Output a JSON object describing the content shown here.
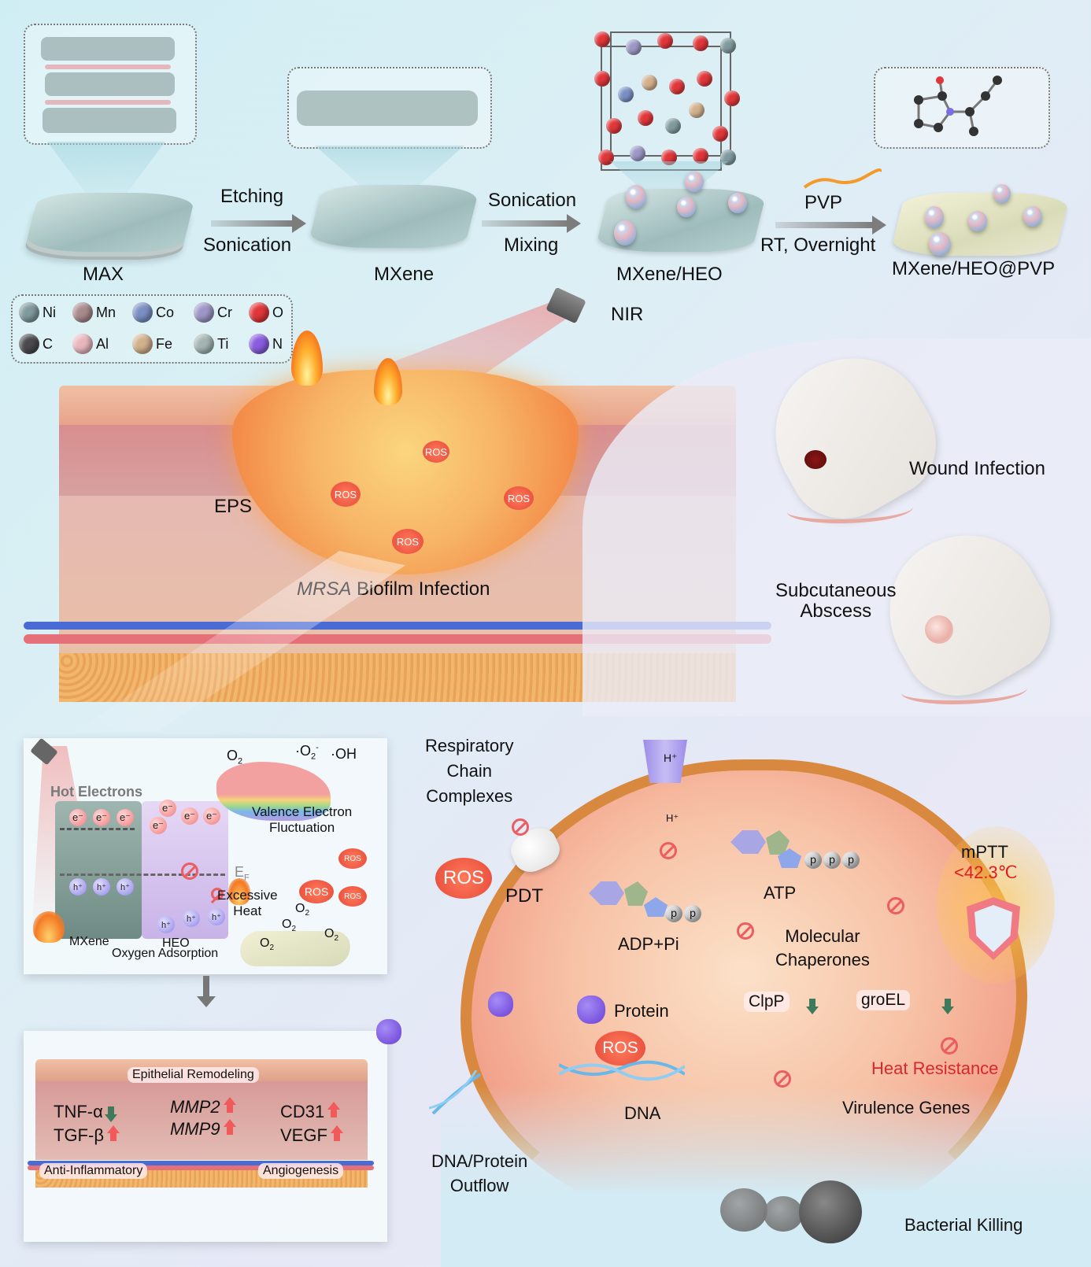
{
  "synthesis": {
    "steps": [
      {
        "name": "MAX"
      },
      {
        "name": "MXene"
      },
      {
        "name": "MXene/HEO"
      },
      {
        "name": "MXene/HEO@PVP"
      }
    ],
    "arrows": [
      {
        "top": "Etching",
        "bottom": "Sonication"
      },
      {
        "top": "Sonication",
        "bottom": "Mixing"
      },
      {
        "top": "PVP",
        "bottom": "RT, Overnight"
      }
    ]
  },
  "legend": {
    "elements": [
      {
        "symbol": "Ni",
        "color": "#7f9a9e"
      },
      {
        "symbol": "Mn",
        "color": "#a88a8c"
      },
      {
        "symbol": "Co",
        "color": "#7a8fc4"
      },
      {
        "symbol": "Cr",
        "color": "#9c97c6"
      },
      {
        "symbol": "O",
        "color": "#e0363a"
      },
      {
        "symbol": "C",
        "color": "#4a4a4e"
      },
      {
        "symbol": "Al",
        "color": "#e8b7bd"
      },
      {
        "symbol": "Fe",
        "color": "#d2b08c"
      },
      {
        "symbol": "Ti",
        "color": "#a3b4b3"
      },
      {
        "symbol": "N",
        "color": "#8a5ce0"
      }
    ]
  },
  "infection": {
    "nir_label": "NIR",
    "eps_label": "EPS",
    "ros_label": "ROS",
    "biofilm_label_italic": "MRSA",
    "biofilm_label_rest": " Biofilm Infection"
  },
  "models": {
    "wound": "Wound Infection",
    "abscess_line1": "Subcutaneous",
    "abscess_line2": "Abscess"
  },
  "mechanism_panel": {
    "hot_electrons": "Hot Electrons",
    "electron": "e⁻",
    "hole": "h⁺",
    "fermi_level": "E",
    "fermi_sub": "F",
    "mxene": "MXene",
    "heo": "HEO",
    "o2": "O",
    "o2_sub": "2",
    "superoxide": "·O",
    "superoxide_sup": "-",
    "hydroxyl": "·OH",
    "valence_line1": "Valence Electron",
    "valence_line2": "Fluctuation",
    "excessive_line1": "Excessive",
    "excessive_line2": "Heat",
    "ros": "ROS",
    "oxygen_adsorption": "Oxygen Adsorption"
  },
  "healing_panel": {
    "epithelial": "Epithelial Remodeling",
    "tnf": "TNF-α",
    "tgf": "TGF-β",
    "mmp2": "MMP2",
    "mmp9": "MMP9",
    "cd31": "CD31",
    "vegf": "VEGF",
    "anti_inflammatory": "Anti-Inflammatory",
    "angiogenesis": "Angiogenesis"
  },
  "bacterium": {
    "respiratory_line1": "Respiratory",
    "respiratory_line2": "Chain",
    "respiratory_line3": "Complexes",
    "ros": "ROS",
    "pdt": "PDT",
    "h_plus": "H⁺",
    "adp": "ADP+Pi",
    "atp": "ATP",
    "p": "p",
    "chaperone_line1": "Molecular",
    "chaperone_line2": "Chaperones",
    "clpp": "ClpP",
    "groel": "groEL",
    "virulence": "Virulence Genes",
    "heat_resistance": "Heat Resistance",
    "mptt": "mPTT",
    "temperature": "<42.3℃",
    "protein": "Protein",
    "dna": "DNA",
    "outflow_line1": "DNA/Protein",
    "outflow_line2": "Outflow",
    "killing": "Bacterial Killing"
  },
  "colors": {
    "heat_resistance": "#d8282e",
    "temperature": "#e01b1b",
    "up_arrow": "#f15a5a",
    "down_arrow": "#3f7a5c"
  }
}
